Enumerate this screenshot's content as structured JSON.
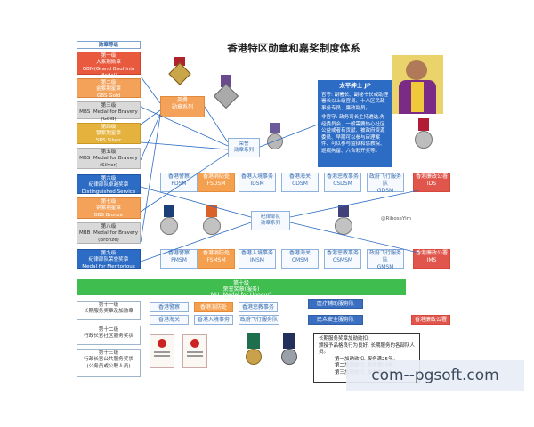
{
  "title": "香港特区勋章和嘉奖制度体系",
  "tiers": [
    {
      "label": "勋章等级",
      "style": "head"
    },
    {
      "label": "第一级\n大紫荆勋章\nGBM(Grand Bauhinia Medal)",
      "style": "red"
    },
    {
      "label": "第二级\n金紫荆星章\nGBS Gold",
      "style": "orange"
    },
    {
      "label": "第三级\nMBS  Medal for Bravery (Gold)",
      "style": "gray"
    },
    {
      "label": "第四级\n银紫荆星章\nSBS Silver",
      "style": "gold"
    },
    {
      "label": "第五级\nMBS  Medal for Bravery (Silver)",
      "style": "gray"
    },
    {
      "label": "第六级\n纪律部队卓越奖章\nDistinguished Service Medals",
      "style": "blue"
    },
    {
      "label": "第七级\n铜紫荆星章\nBBS Bronze",
      "style": "orange"
    },
    {
      "label": "第八级\nMBB  Medal for Bravery (Bronze)",
      "style": "gray"
    },
    {
      "label": "第九级\n纪律部队荣誉奖章\nMedal for Meritorious Service",
      "style": "blue"
    },
    {
      "label": "第十一级\n长期服务奖章及加勋章",
      "style": "white"
    },
    {
      "label": "第十二级\n行政长官社区服务奖状",
      "style": "white"
    },
    {
      "label": "第十三级\n行政长官公共服务奖状\n(公务员或公职人员)",
      "style": "white"
    }
  ],
  "heroic_box": "英勇\n勋章系列",
  "honor_box": "荣誉\n勋章系列",
  "disciplined_box": "纪律部队\n勋章系列",
  "jp_box": {
    "title": "太平绅士 JP",
    "line1": "官守: 副署长、副秘书长或助理署长以上级官员、十八区民政事务专员、廉政副员。",
    "line2": "非官守: 政务司长主持遴选,先经委员会、一般需要热心社区公益或者有贡献、被政府资源委员、早期可以参与审理案件、可以参与监狱和惩教院、巡视拘留、六合彩开奖等。"
  },
  "top_row": [
    "香港警察",
    "香港消防处",
    "香港入境事务",
    "香港海关",
    "香港惩教事务",
    "政府飞行服务队",
    "香港廉政公署"
  ],
  "top_row_codes": [
    "PDSM",
    "FSDSM",
    "IDSM",
    "CDSM",
    "CSDSM",
    "GDSM",
    "IDS"
  ],
  "mid_row": [
    "香港警察",
    "香港消防处",
    "香港入境事务",
    "香港海关",
    "香港惩教事务",
    "政府飞行服务队",
    "香港廉政公署"
  ],
  "mid_row_codes": [
    "PMSM",
    "FSMSM",
    "IMSM",
    "CMSM",
    "CSMSM",
    "GMSM",
    "IMS"
  ],
  "tenth_tier": "第十级\n荣誉奖章(服务)\nMH (Medal for Honour)",
  "bottom_row": [
    "香港警察",
    "香港消防处",
    "香港惩教事务",
    "医疗辅助服务队",
    "香港海关",
    "香港入境事务",
    "政府飞行服务队",
    "民众安全服务队",
    "香港廉政公署"
  ],
  "long_service": {
    "title": "长期服务奖章加勋勋扣:",
    "line1": "颁授予品格良行为良好, 长期服务的各部队人员。",
    "items": [
      "第一加勋勋扣, 服务满25年。",
      "第二加勋勋扣, 服务满30年。",
      "第三加勋勋扣, 服务满33年。"
    ]
  },
  "weibo": "@RiboseYim",
  "watermark": "com--pgsoft.com",
  "colors": {
    "accent_blue": "#2d6cc4",
    "red": "#e8593e",
    "orange": "#f4a25a",
    "green": "#3fbe4f",
    "gray": "#d9d9d9"
  }
}
